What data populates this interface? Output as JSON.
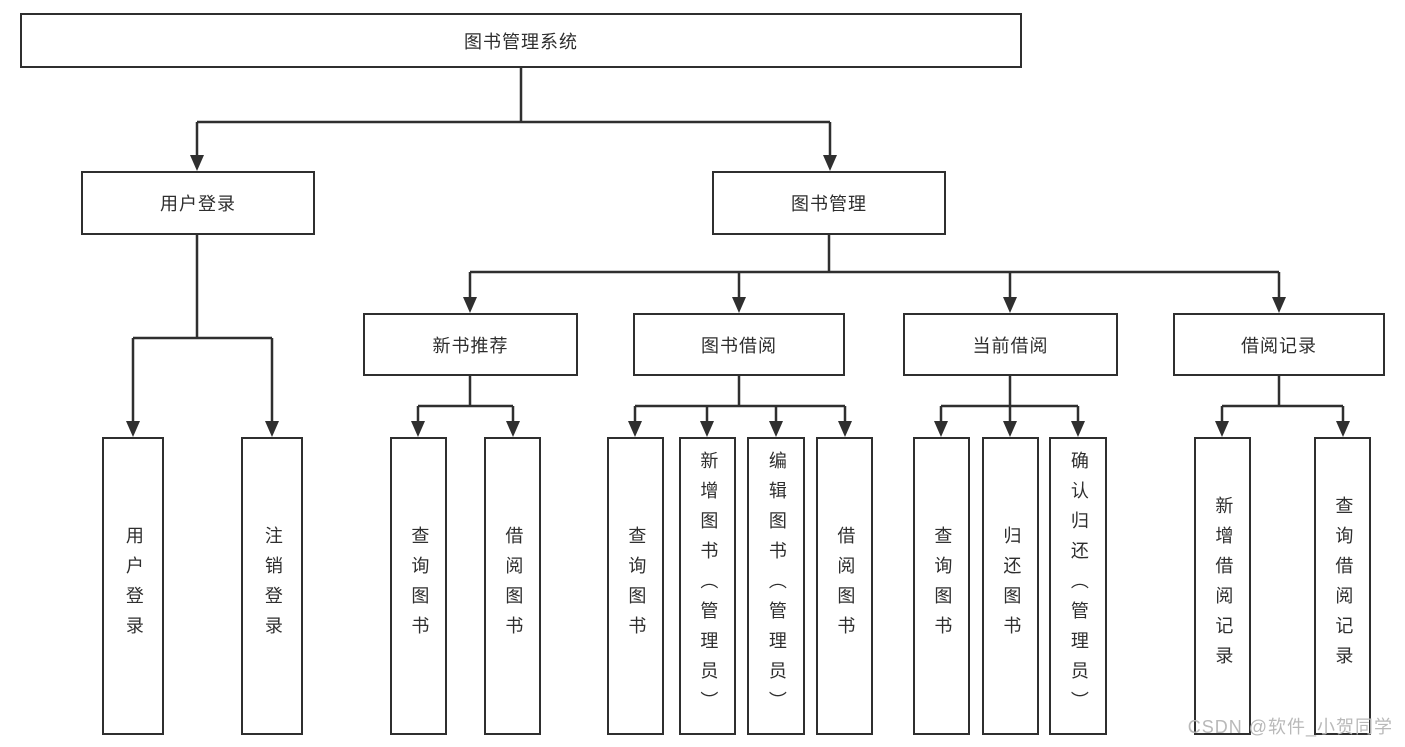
{
  "root": {
    "label": "图书管理系统"
  },
  "level2": {
    "user_login": "用户登录",
    "book_management": "图书管理"
  },
  "level3": {
    "new_books": "新书推荐",
    "book_borrow": "图书借阅",
    "current_borrow": "当前借阅",
    "borrow_records": "借阅记录"
  },
  "leaves": {
    "user_login": [
      "用户登录",
      "注销登录"
    ],
    "new_books": [
      "查询图书",
      "借阅图书"
    ],
    "book_borrow": [
      "查询图书",
      "新增图书（管理员）",
      "编辑图书（管理员）",
      "借阅图书"
    ],
    "current_borrow": [
      "查询图书",
      "归还图书",
      "确认归还（管理员）"
    ],
    "borrow_records": [
      "新增借阅记录",
      "查询借阅记录"
    ]
  },
  "watermark": "CSDN @软件_小贺同学",
  "colors": {
    "line": "#2f2f2f",
    "text": "#2e2e2e",
    "watermark": "#b9b9b9"
  }
}
